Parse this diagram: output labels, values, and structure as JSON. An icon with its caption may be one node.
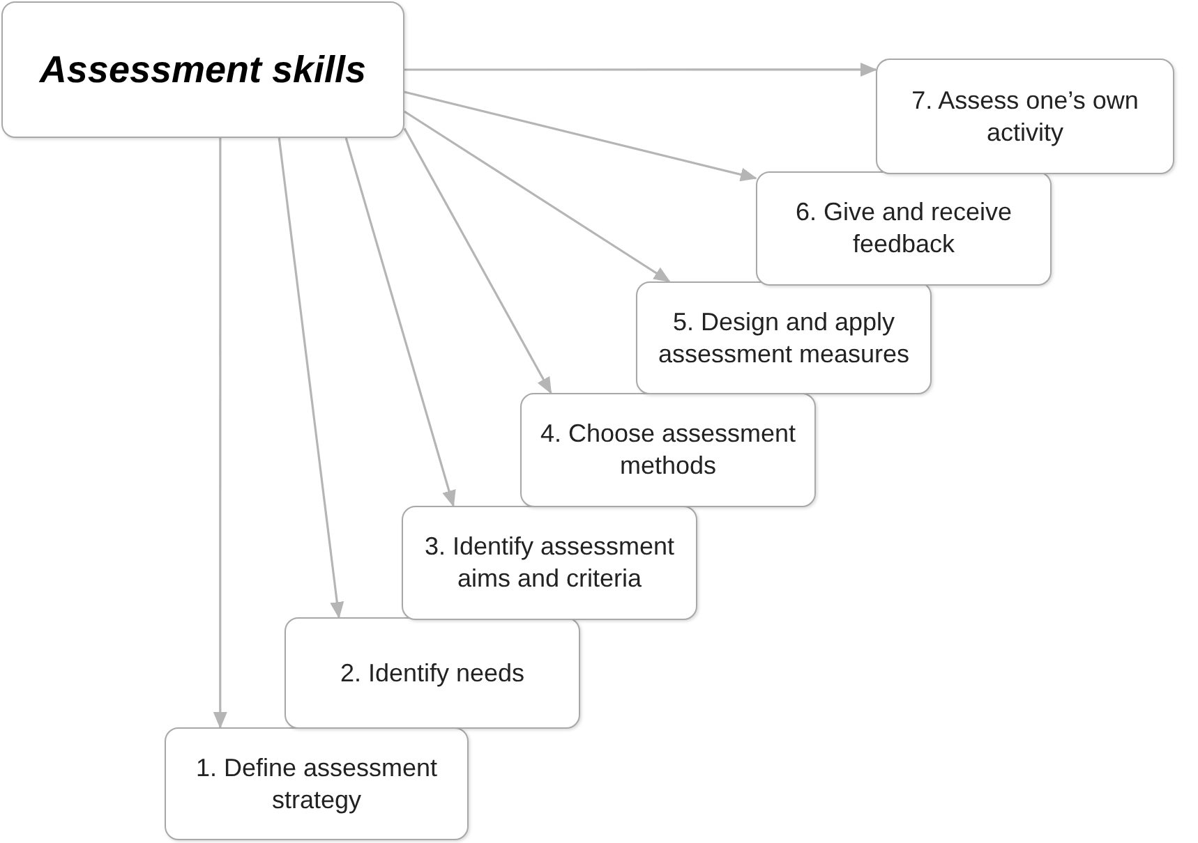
{
  "diagram": {
    "nodes": [
      {
        "text": [
          "Assessment skills"
        ]
      },
      {
        "text": [
          "1. Define assessment strategy"
        ]
      },
      {
        "text": [
          "2. Identify needs"
        ]
      },
      {
        "text": [
          "3. Identify assessment aims and criteria"
        ]
      },
      {
        "text": [
          "4. Choose assessment methods"
        ]
      },
      {
        "text": [
          "5. Design and apply assessment measures"
        ]
      },
      {
        "text": [
          "6. Give and receive feedback"
        ]
      },
      {
        "text": [
          "7. Assess one’s own activity"
        ]
      }
    ],
    "edges": [
      {
        "from": 0,
        "to": 1,
        "arrow": "to"
      },
      {
        "from": 0,
        "to": 2,
        "arrow": "to"
      },
      {
        "from": 0,
        "to": 3,
        "arrow": "to"
      },
      {
        "from": 0,
        "to": 4,
        "arrow": "to"
      },
      {
        "from": 0,
        "to": 5,
        "arrow": "to"
      },
      {
        "from": 0,
        "to": 6,
        "arrow": "to"
      },
      {
        "from": 0,
        "to": 7,
        "arrow": "to"
      }
    ]
  }
}
